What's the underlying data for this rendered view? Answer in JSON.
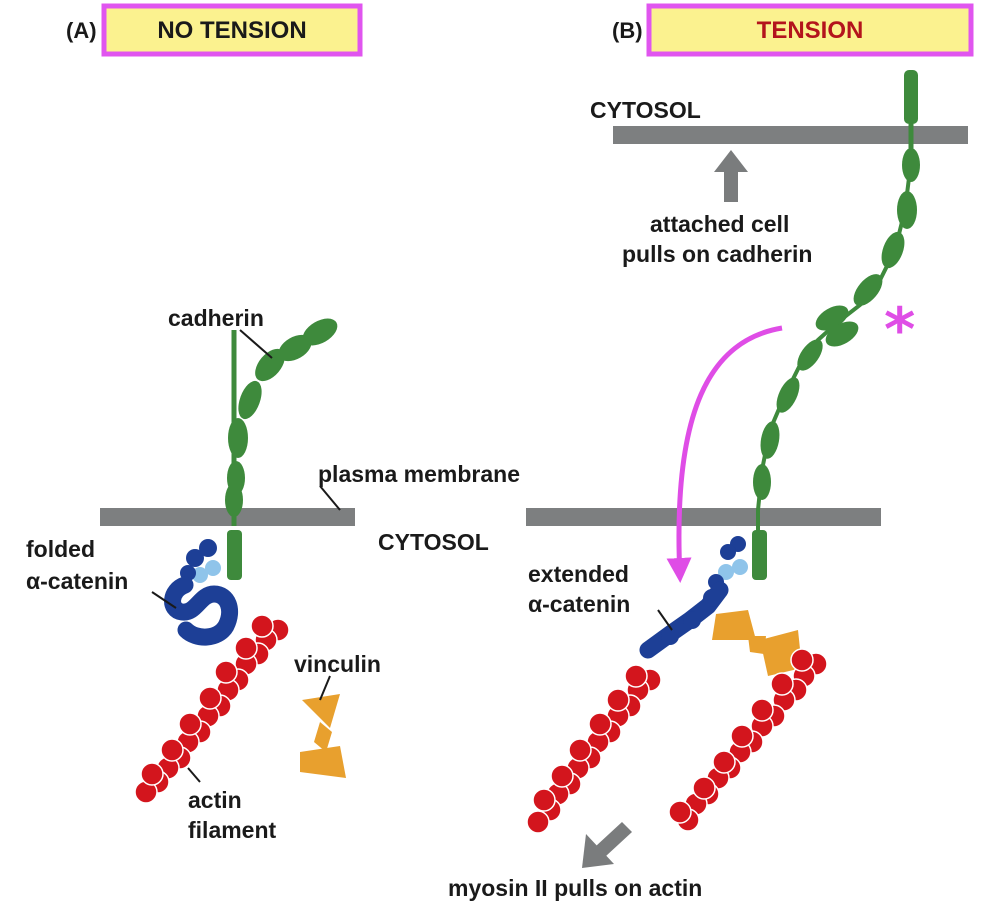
{
  "panel_a": {
    "letter": "(A)",
    "title": "NO TENSION",
    "labels": {
      "cadherin": "cadherin",
      "plasma_membrane": "plasma membrane",
      "folded_1": "folded",
      "folded_2": "α-catenin",
      "vinculin": "vinculin",
      "actin_1": "actin",
      "actin_2": "filament",
      "cytosol": "CYTOSOL"
    }
  },
  "panel_b": {
    "letter": "(B)",
    "title": "TENSION",
    "labels": {
      "cytosol_top": "CYTOSOL",
      "pull_1": "attached cell",
      "pull_2": "pulls on cadherin",
      "extended_1": "extended",
      "extended_2": "α-catenin",
      "myosin": "myosin II pulls on actin",
      "asterisk": "*"
    }
  },
  "colors": {
    "title_box_fill": "#fbf28f",
    "title_box_border": "#e055ef",
    "title_no_tension": "#1a1a1a",
    "title_tension": "#b3141c",
    "membrane": "#7d7f80",
    "cadherin": "#3e8a3c",
    "catenin_dark": "#1d3f96",
    "catenin_light": "#8fc4ea",
    "vinculin": "#e8a02e",
    "actin": "#d3151d",
    "arrow_gray": "#7a7c7d",
    "magenta": "#df4de6"
  }
}
